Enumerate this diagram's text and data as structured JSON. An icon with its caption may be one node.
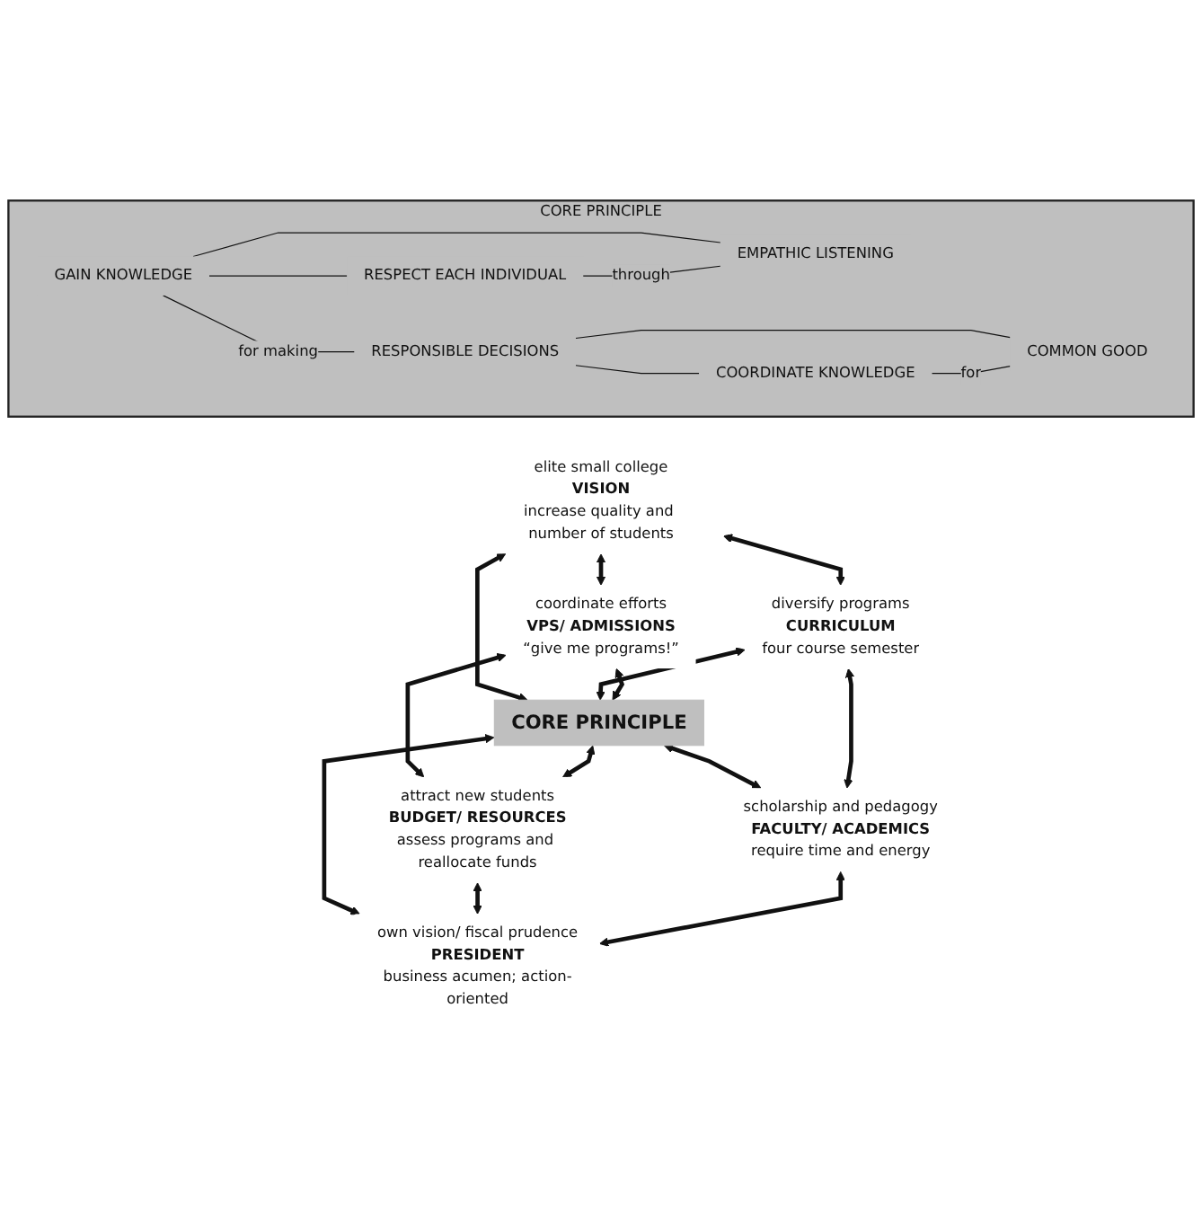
{
  "diagram": {
    "nodes": [
      {
        "text": [
          "CORE PRINCIPLE"
        ]
      },
      {
        "text": [
          "GAIN KNOWLEDGE"
        ],
        "in": 0
      },
      {
        "text": [
          "RESPONSIBLE DECISIONS"
        ],
        "in": 0
      },
      {
        "text": [
          "RESPECT EACH INDIVIDUAL"
        ],
        "in": 0
      },
      {
        "text": [
          "EMPATHIC LISTENING"
        ],
        "in": 0
      },
      {
        "text": [
          "COORDINATE KNOWLEDGE"
        ],
        "in": 0
      },
      {
        "text": [
          "COMMON GOOD"
        ],
        "in": 0
      },
      {
        "text": [
          "elite small college",
          "VISION",
          "increase quality and number of students"
        ]
      },
      {
        "text": [
          "coordinate efforts",
          "VPS/ ADMISSIONS",
          "“give me programs!”"
        ]
      },
      {
        "text": [
          "diversify programs",
          "CURRICULUM",
          "four course semester"
        ]
      },
      {
        "text": [
          "CORE PRINCIPLE"
        ]
      },
      {
        "text": [
          "attract new students",
          "BUDGET/ RESOURCES",
          "assess programs and reallocate funds"
        ]
      },
      {
        "text": [
          "scholarship and pedagogy",
          "FACULTY/ ACADEMICS",
          "require time and energy"
        ]
      },
      {
        "text": [
          "own vision/ fiscal prudence",
          "PRESIDENT",
          "business acumen; action-oriented"
        ]
      }
    ],
    "edges": [
      {
        "from": 1,
        "to": 2,
        "arrow": "none",
        "label": "for making"
      },
      {
        "from": 1,
        "to": 3,
        "arrow": "none"
      },
      {
        "from": 1,
        "to": 4,
        "arrow": "none"
      },
      {
        "from": 3,
        "to": 4,
        "arrow": "none",
        "label": "through"
      },
      {
        "from": 2,
        "to": 5,
        "arrow": "none"
      },
      {
        "from": 2,
        "to": 6,
        "arrow": "none"
      },
      {
        "from": 5,
        "to": 6,
        "arrow": "none",
        "label": "for"
      },
      {
        "from": 7,
        "to": 8,
        "arrow": "both"
      },
      {
        "from": 7,
        "to": 9,
        "arrow": "both"
      },
      {
        "from": 7,
        "to": 10,
        "arrow": "both"
      },
      {
        "from": 9,
        "to": 10,
        "arrow": "both"
      },
      {
        "from": 8,
        "to": 10,
        "arrow": "both"
      },
      {
        "from": 10,
        "to": 12,
        "arrow": "both"
      },
      {
        "from": 8,
        "to": 11,
        "arrow": "both"
      },
      {
        "from": 9,
        "to": 12,
        "arrow": "both"
      },
      {
        "from": 10,
        "to": 11,
        "arrow": "both"
      },
      {
        "from": 10,
        "to": 13,
        "arrow": "both"
      },
      {
        "from": 11,
        "to": 13,
        "arrow": "both"
      },
      {
        "from": 12,
        "to": 13,
        "arrow": "both"
      }
    ]
  }
}
